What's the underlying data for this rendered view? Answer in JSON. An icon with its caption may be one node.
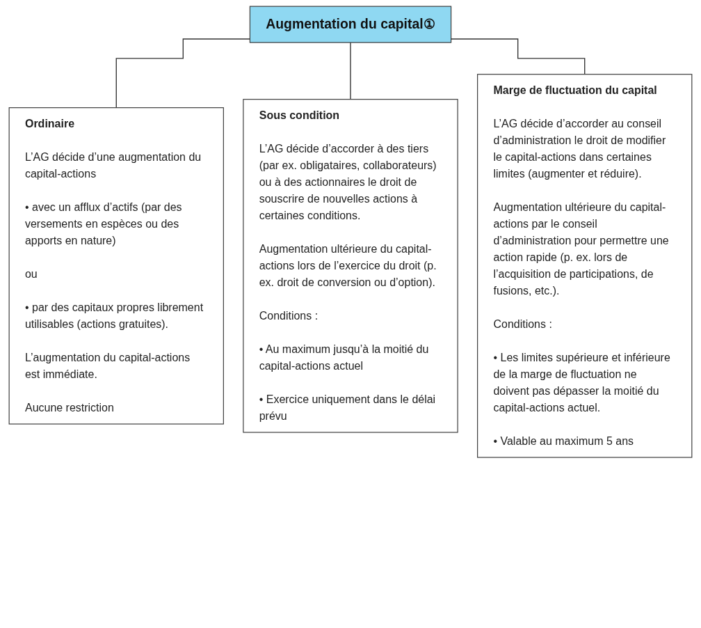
{
  "diagram": {
    "nodes": [
      {
        "text": [
          "Augmentation du capital①"
        ]
      },
      {
        "text": [
          "Ordinaire",
          "L’AG décide d’une augmentation du capital-actions",
          "• avec un afflux d’actifs (par des versements en espèces ou des apports en nature)",
          "ou",
          "• par des capitaux propres librement utilisables (actions gratuites).",
          "L’augmentation du capital-actions est immédiate.",
          "Aucune restriction"
        ]
      },
      {
        "text": [
          "Sous condition",
          "L’AG décide d’accorder à des tiers (par ex. obligataires, collaborateurs) ou à des actionnaires le droit de souscrire de nouvelles actions à certaines conditions.",
          "Augmentation ultérieure du capital-actions lors de l’exercice du droit (p. ex. droit de conversion ou d’option).",
          "Conditions :",
          "• Au maximum jusqu’à la moitié du capital-actions actuel",
          "• Exercice uniquement dans le délai prévu"
        ]
      },
      {
        "text": [
          "Marge de fluctuation du capital",
          "L’AG décide d’accorder au conseil d’administration le droit de modifier le capital-actions dans certaines limites (augmenter et réduire).",
          "Augmentation ultérieure du capital-actions par le conseil d’administration pour permettre une action rapide (p. ex. lors de l’acquisition de participations, de fusions, etc.).",
          "Conditions :",
          "• Les limites supérieure et inférieure de la marge de fluctuation ne doivent pas dépasser la moitié du capital-actions actuel.",
          "• Valable au maximum 5 ans"
        ]
      }
    ],
    "edges": [
      {
        "from": 0,
        "to": 1,
        "arrow": "none"
      },
      {
        "from": 0,
        "to": 2,
        "arrow": "none"
      },
      {
        "from": 0,
        "to": 3,
        "arrow": "none"
      }
    ]
  }
}
